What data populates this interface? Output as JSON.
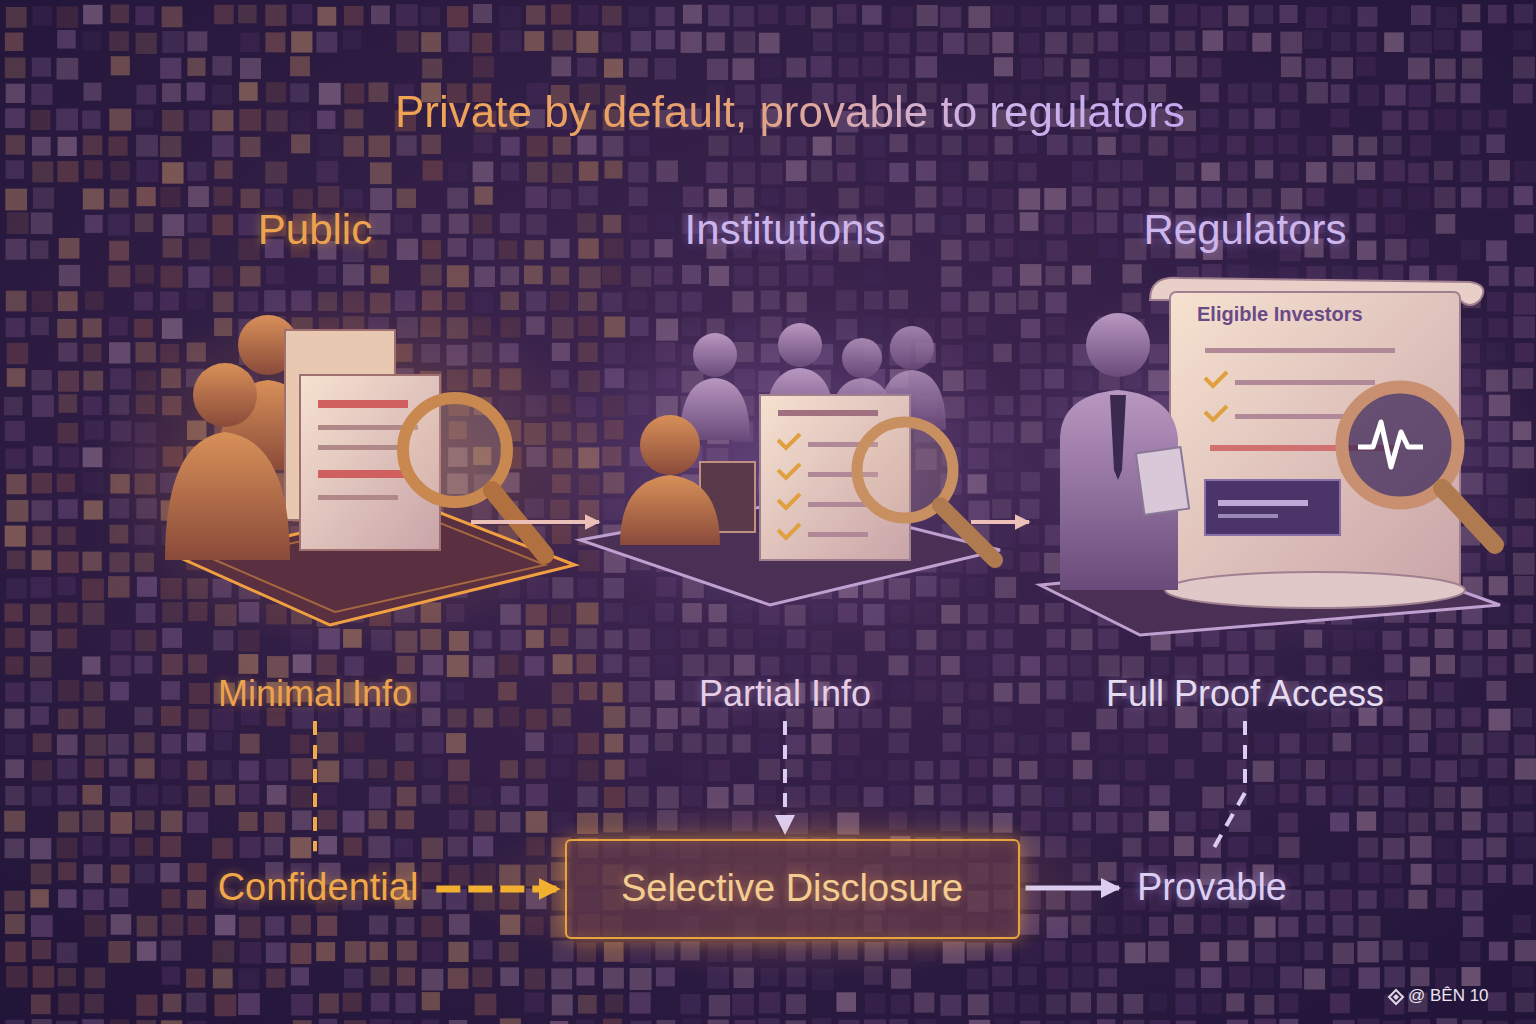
{
  "diagram": {
    "title": "Private by default, provable to regulators",
    "nodes": [
      {
        "text": [
          "Public",
          "Minimal Info"
        ]
      },
      {
        "text": [
          "Institutions",
          "Partial Info"
        ]
      },
      {
        "text": [
          "Regulators",
          "Full Proof Access"
        ]
      },
      {
        "text": [
          "Confidential"
        ]
      },
      {
        "text": [
          "Selective Disclosure"
        ]
      },
      {
        "text": [
          "Provable"
        ]
      }
    ],
    "edges": [
      {
        "from": 0,
        "to": 1,
        "arrow": "to"
      },
      {
        "from": 1,
        "to": 2,
        "arrow": "to"
      },
      {
        "from": 0,
        "to": 3,
        "arrow": "none"
      },
      {
        "from": 1,
        "to": 4,
        "arrow": "to"
      },
      {
        "from": 2,
        "to": 5,
        "arrow": "none"
      },
      {
        "from": 3,
        "to": 4,
        "arrow": "to"
      },
      {
        "from": 4,
        "to": 5,
        "arrow": "to"
      }
    ],
    "labels": [
      "Eligible Investors",
      "@ BÊN 10"
    ]
  }
}
